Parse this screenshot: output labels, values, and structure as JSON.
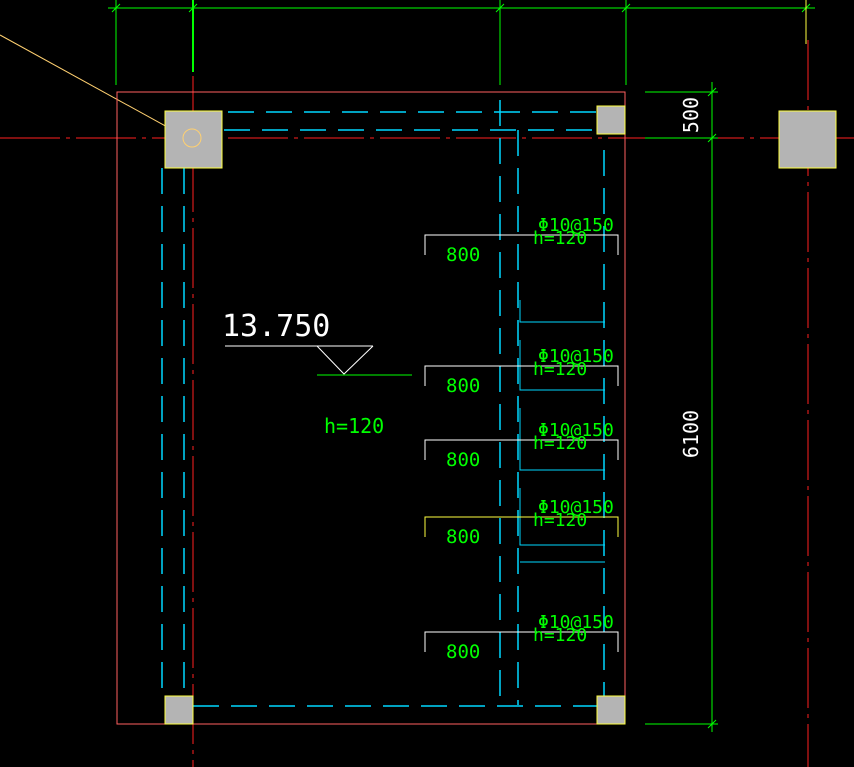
{
  "colors": {
    "background": "#000000",
    "axis": "#ff2020",
    "slab_outline": "#ff6060",
    "dimension": "#00ff00",
    "dashed_beam": "#00d8ff",
    "hatch": "#00d8ff",
    "rebar_yellow": "#ffff40",
    "rebar_white": "#ffffff",
    "column_fill": "#b4b4b4",
    "column_edge": "#ffff40",
    "leader": "#ffd070",
    "text_white": "#ffffff",
    "text_green": "#00ff00"
  },
  "elevation": {
    "value": "13.750"
  },
  "slab": {
    "thickness": "h=120"
  },
  "dimensions": {
    "offset": "500",
    "span": "6100"
  },
  "rebar_bands": [
    {
      "spec": "Φ10@150",
      "thickness": "h=120",
      "length": "800",
      "line_color": "white"
    },
    {
      "spec": "Φ10@150",
      "thickness": "h=120",
      "length": "800",
      "line_color": "white"
    },
    {
      "spec": "Φ10@150",
      "thickness": "h=120",
      "length": "800",
      "line_color": "white"
    },
    {
      "spec": "Φ10@150",
      "thickness": "h=120",
      "length": "800",
      "line_color": "yellow"
    },
    {
      "spec": "Φ10@150",
      "thickness": "h=120",
      "length": "800",
      "line_color": "white"
    }
  ]
}
